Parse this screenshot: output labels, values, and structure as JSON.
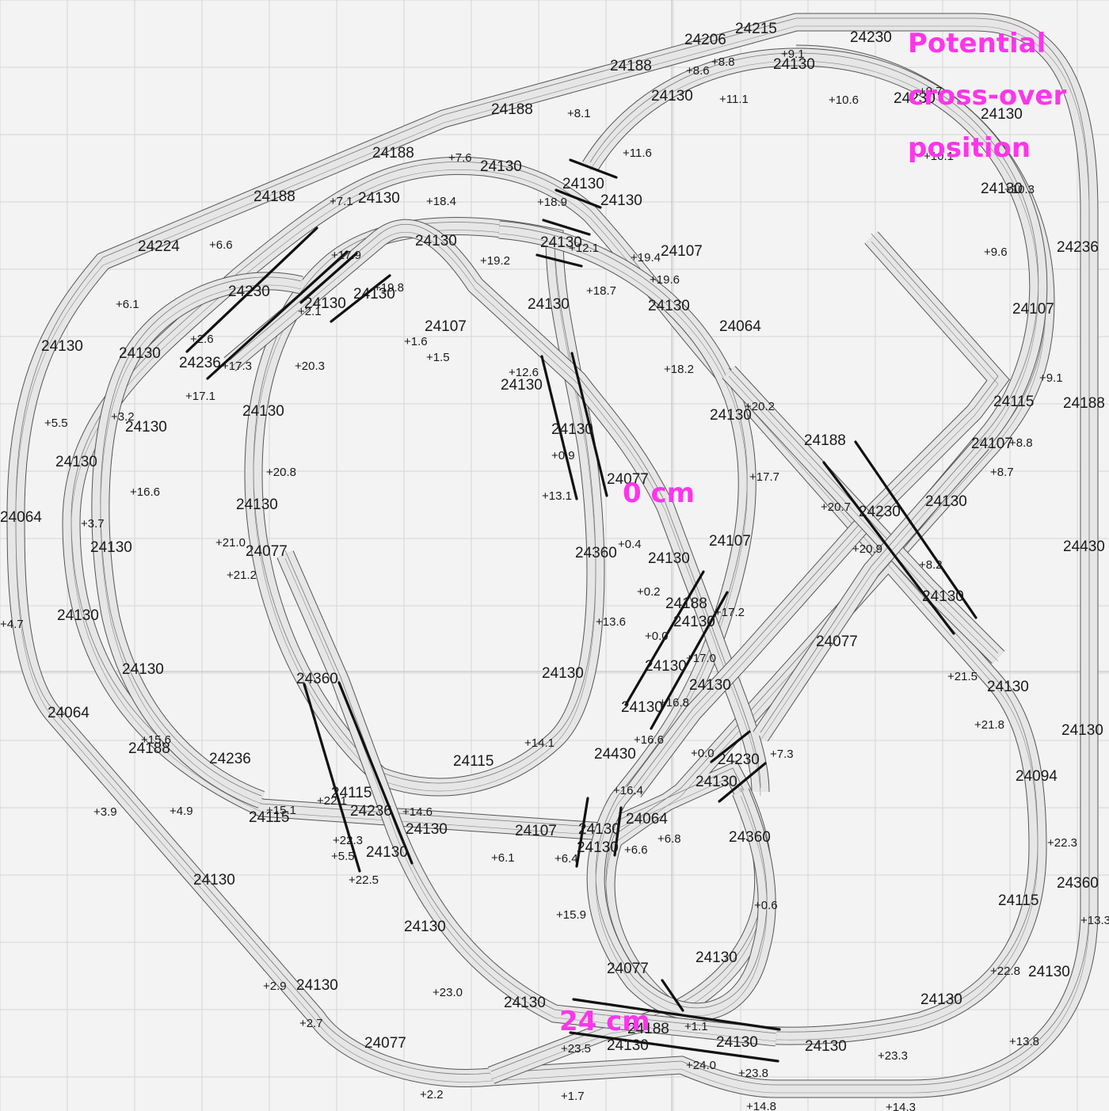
{
  "diagram": {
    "type": "model-railway-track-plan",
    "colors": {
      "annotation": "#ff35ea",
      "track_fill": "#e6e6e6",
      "rail": "#555555",
      "background": "#f3f3f3"
    },
    "annotations": [
      {
        "id": "potential",
        "text": "Potential"
      },
      {
        "id": "crossover",
        "text": "cross-over"
      },
      {
        "id": "position",
        "text": "position"
      },
      {
        "id": "zero",
        "text": "0 cm"
      },
      {
        "id": "twentyfour",
        "text": "24 cm"
      }
    ],
    "piece_labels": [
      "24206",
      "24215",
      "24230",
      "24188",
      "24130",
      "24188",
      "24130",
      "24188",
      "24130",
      "24130",
      "24188",
      "24130",
      "24130",
      "24230",
      "24224",
      "24130",
      "24130",
      "24130",
      "24107",
      "24130",
      "24236",
      "24230",
      "24130",
      "24130",
      "24064",
      "24130",
      "24130",
      "24107",
      "24130",
      "24107",
      "24130",
      "24130",
      "24236",
      "24130",
      "24188",
      "24188",
      "24130",
      "24115",
      "24107",
      "24130",
      "24130",
      "24130",
      "24077",
      "24130",
      "24230",
      "24130",
      "24064",
      "24130",
      "24077",
      "24360",
      "24107",
      "24130",
      "24430",
      "24130",
      "24188",
      "24130",
      "24130",
      "24130",
      "24130",
      "24077",
      "24360",
      "24130",
      "24130",
      "24064",
      "24130",
      "24130",
      "24188",
      "24236",
      "24115",
      "24130",
      "24430",
      "24115",
      "24094",
      "24130",
      "24107",
      "24130",
      "24064",
      "24230",
      "24236",
      "24115",
      "24130",
      "24360",
      "24130",
      "24360",
      "24130",
      "24130",
      "24115",
      "24130",
      "24077",
      "24130",
      "24130",
      "24130",
      "24130",
      "24130",
      "24188",
      "24130",
      "24130",
      "24077",
      "24130"
    ],
    "height_labels": [
      "+9.1",
      "+8.6",
      "+8.8",
      "+8.1",
      "+11.1",
      "+10.6",
      "+9.7",
      "+11.6",
      "+7.6",
      "+10.1",
      "+10.3",
      "+7.1",
      "+18.4",
      "+18.9",
      "+6.6",
      "+17.9",
      "+12.1",
      "+19.4",
      "+19.2",
      "+19.6",
      "+9.6",
      "+6.1",
      "+19.8",
      "+2.1",
      "+18.7",
      "+1.6",
      "+1.5",
      "+2.6",
      "+17.3",
      "+20.3",
      "+18.2",
      "+17.1",
      "+12.6",
      "+20.2",
      "+9.1",
      "+5.5",
      "+3.2",
      "+0.9",
      "+8.8",
      "+8.7",
      "+20.8",
      "+13.1",
      "+17.7",
      "+16.6",
      "+3.7",
      "+20.7",
      "+21.0",
      "+0.4",
      "+20.9",
      "+8.2",
      "+21.2",
      "+0.2",
      "+17.2",
      "+13.6",
      "+0.0",
      "+17.0",
      "+16.8",
      "+21.5",
      "+16.6",
      "+21.8",
      "+14.1",
      "+0.0",
      "+7.3",
      "+15.6",
      "+16.4",
      "+3.9",
      "+4.9",
      "+15.1",
      "+22.1",
      "+14.6",
      "+22.3",
      "+5.5",
      "+6.1",
      "+6.4",
      "+6.6",
      "+6.8",
      "+22.5",
      "+0.6",
      "+15.9",
      "+2.9",
      "+23.0",
      "+22.8",
      "+2.7",
      "+1.1",
      "+23.5",
      "+24.0",
      "+23.8",
      "+23.3",
      "+13.8",
      "+2.2",
      "+1.7",
      "+14.8",
      "+14.3",
      "+13.3",
      "+4.7",
      "+22.3"
    ]
  }
}
